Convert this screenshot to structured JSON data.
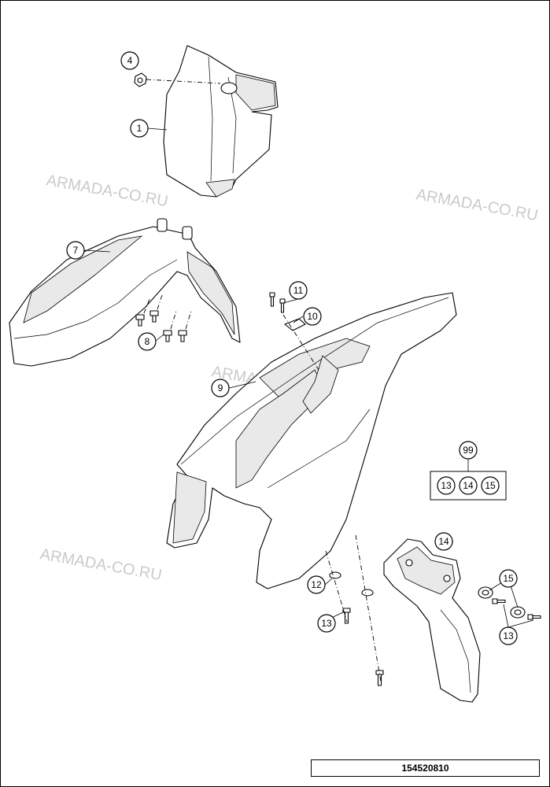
{
  "watermark": "ARMADA-CO.RU",
  "reference_number": "154520810",
  "callouts": {
    "c1": "1",
    "c4": "4",
    "c7": "7",
    "c8": "8",
    "c9": "9",
    "c10": "10",
    "c11": "11",
    "c12": "12",
    "c13a": "13",
    "c13b": "13",
    "c14": "14",
    "c15": "15",
    "c99": "99"
  },
  "kit": {
    "label": "99",
    "items": [
      "13",
      "14",
      "15"
    ]
  }
}
